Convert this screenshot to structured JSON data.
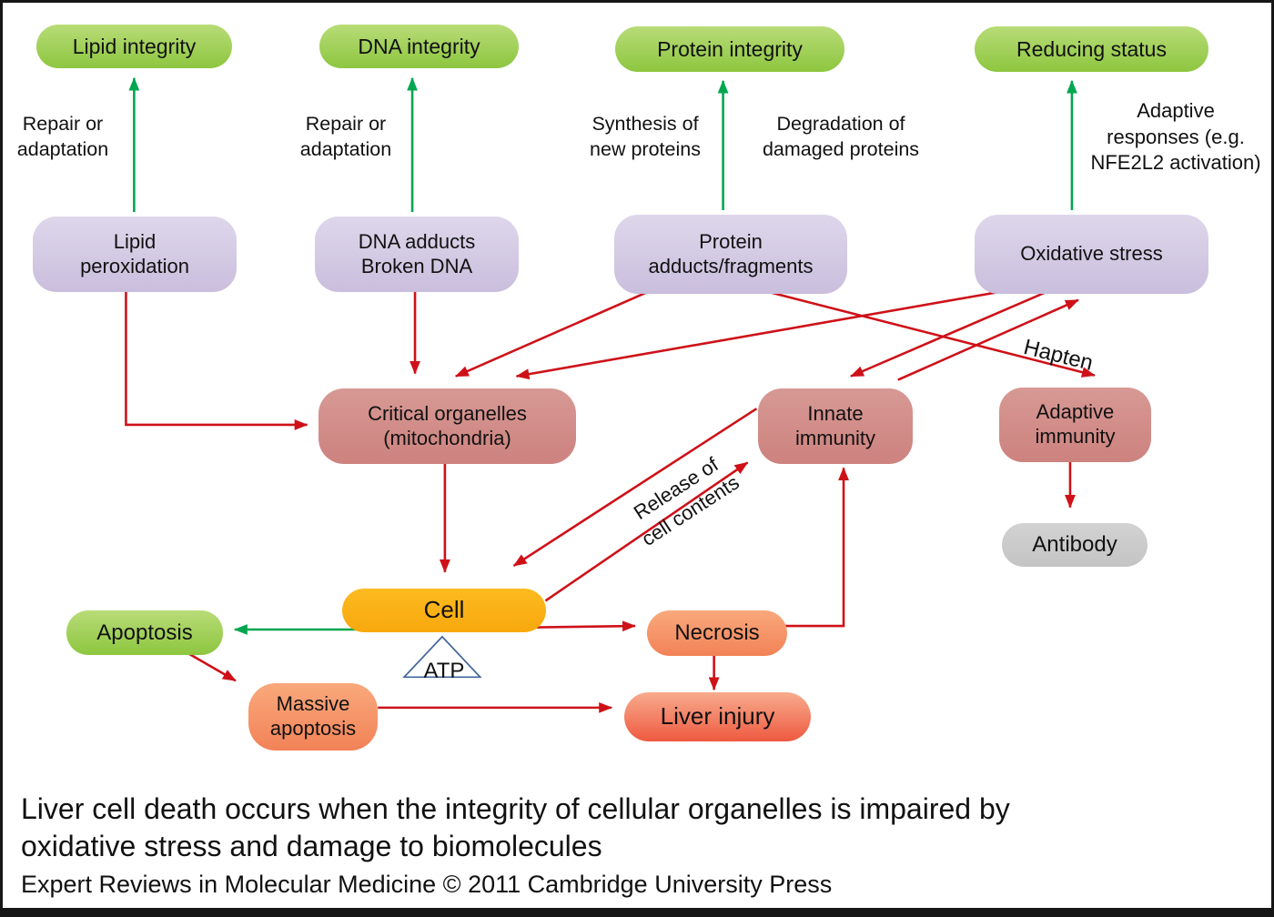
{
  "figure": {
    "nodes": {
      "lipid_integrity": "Lipid integrity",
      "dna_integrity": "DNA integrity",
      "protein_integrity": "Protein integrity",
      "reducing_status": "Reducing status",
      "lipid_peroxidation": "Lipid\nperoxidation",
      "dna_adducts": "DNA adducts\nBroken DNA",
      "protein_adducts": "Protein\nadducts/fragments",
      "oxidative_stress": "Oxidative stress",
      "critical_organelles": "Critical organelles\n(mitochondria)",
      "innate_immunity": "Innate\nimmunity",
      "adaptive_immunity": "Adaptive\nimmunity",
      "antibody": "Antibody",
      "cell": "Cell",
      "apoptosis": "Apoptosis",
      "necrosis": "Necrosis",
      "massive_apoptosis": "Massive\napoptosis",
      "liver_injury": "Liver injury",
      "atp": "ATP"
    },
    "edge_labels": {
      "repair_lipid": "Repair or\nadaptation",
      "repair_dna": "Repair or\nadaptation",
      "synthesis": "Synthesis of\nnew proteins",
      "degradation": "Degradation of\ndamaged proteins",
      "adaptive_responses": "Adaptive\nresponses (e.g.\nNFE2L2 activation)",
      "hapten": "Hapten",
      "release": "Release of\ncell contents"
    },
    "caption": {
      "title": "Liver cell death occurs when the integrity of cellular organelles is impaired by\noxidative stress and damage to biomolecules",
      "credit": "Expert Reviews in Molecular Medicine © 2011 Cambridge University Press"
    },
    "colors": {
      "arrow_red": "#ce1118",
      "arrow_green": "#00a650",
      "green_top": "#b8dc78",
      "green_bottom": "#8dc63f",
      "purple_top": "#ded7eb",
      "purple_bottom": "#cabedd",
      "rose_top": "#d79995",
      "rose_bottom": "#cd827e",
      "yellow_top": "#fcbb20",
      "yellow_bottom": "#f8a80d",
      "salmon_top": "#f9a97c",
      "salmon_bottom": "#f28257",
      "injury_top": "#f8ab8d",
      "injury_bottom": "#ee5a41",
      "gray_top": "#d3d2d2",
      "gray_bottom": "#c5c4c4",
      "atp_outline": "#41659a",
      "frame": "#161616"
    }
  }
}
